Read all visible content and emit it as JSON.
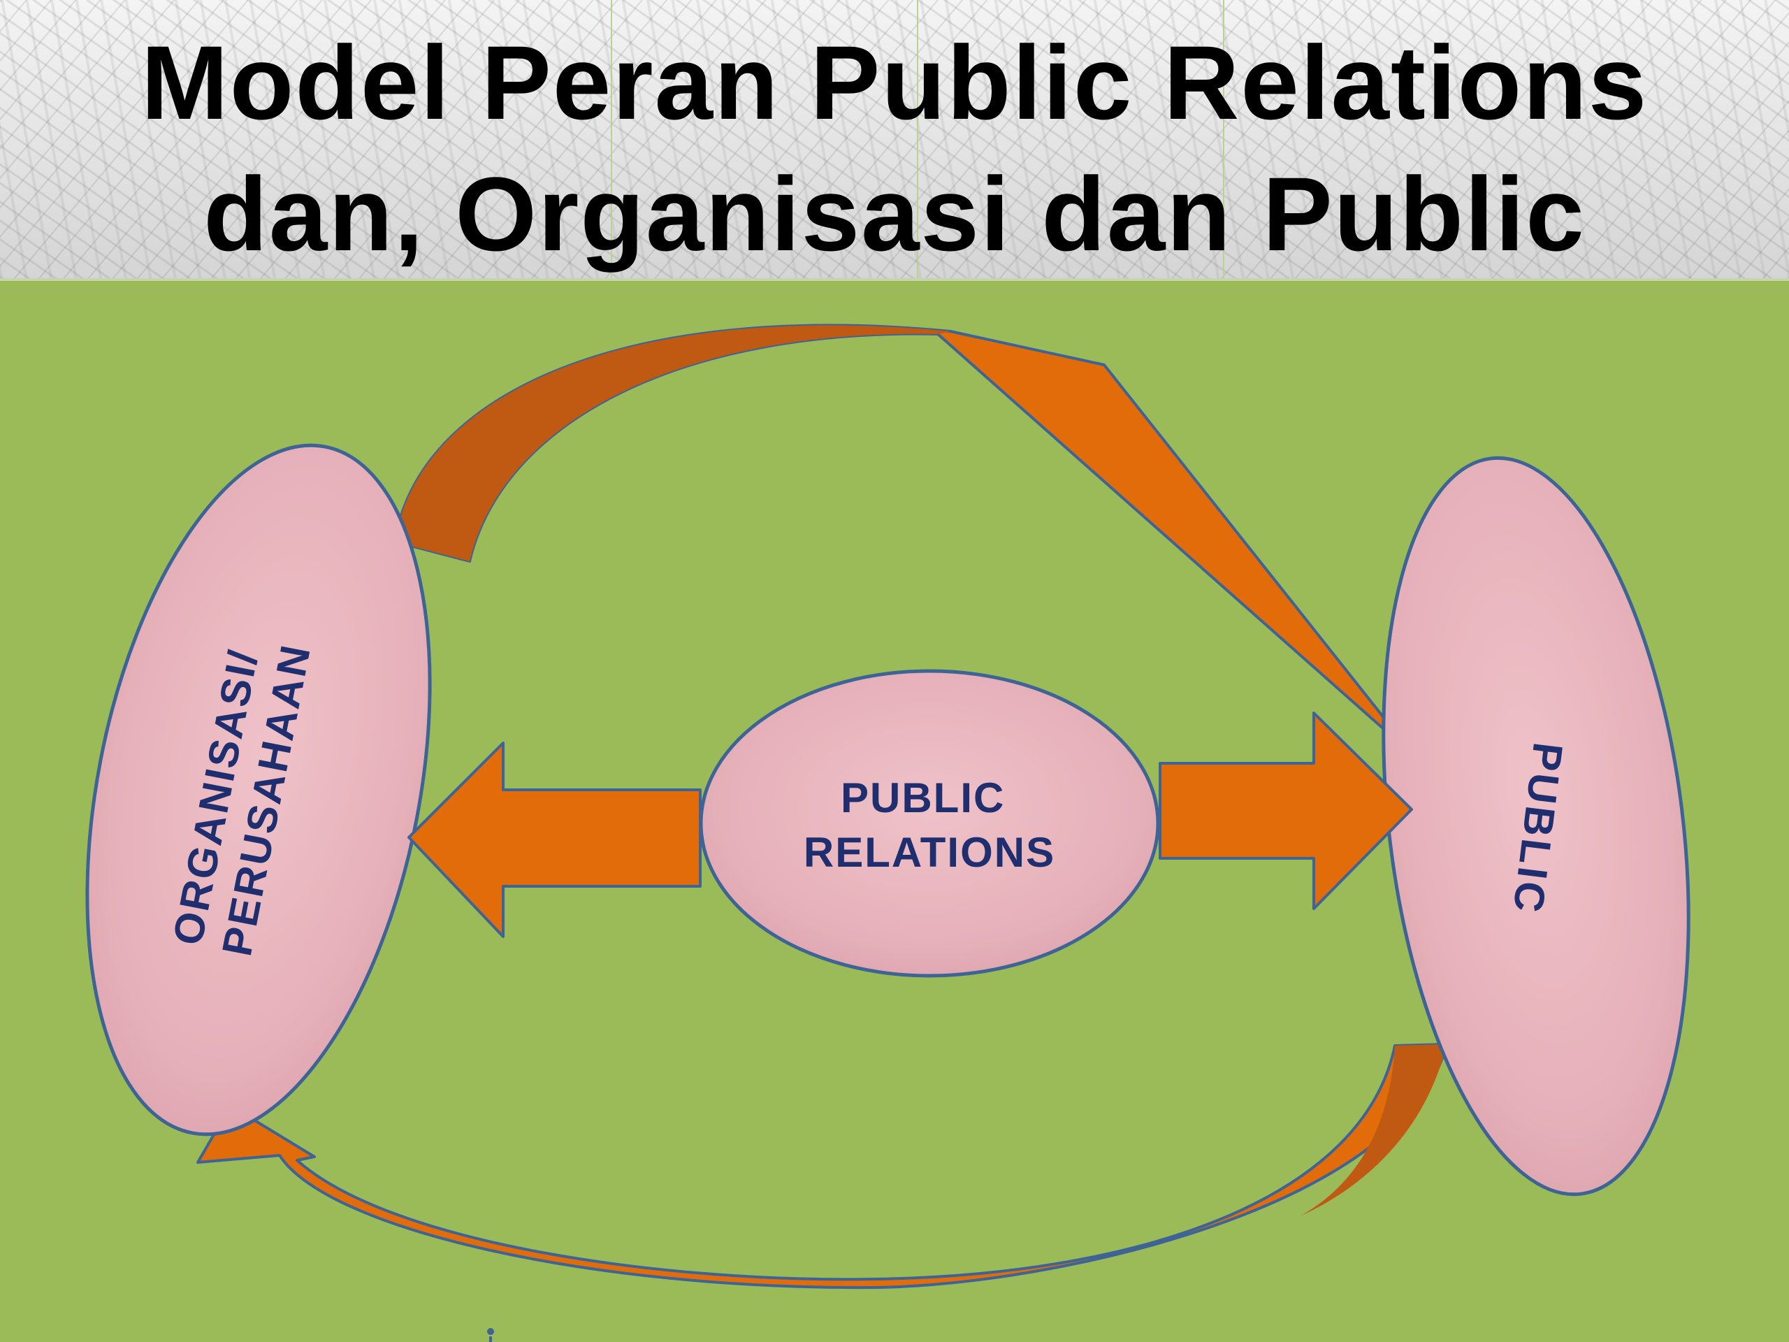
{
  "title": {
    "line1": "Model Peran Public Relations",
    "line2": "dan, Organisasi dan Public"
  },
  "nodes": {
    "organization": {
      "line1": "ORGANISASI/",
      "line2": "PERUSAHAAN"
    },
    "pr": {
      "line1": "PUBLIC",
      "line2": "RELATIONS"
    },
    "public": {
      "label": "PUBLIC"
    }
  },
  "colors": {
    "background": "#9bbb59",
    "ellipse_fill": "#e8b4bc",
    "ellipse_stroke": "#3e6496",
    "arrow_fill": "#e36c0a",
    "arrow_dark": "#c05a12",
    "label_text": "#1f2e6e"
  },
  "edges": [
    {
      "from": "pr",
      "to": "organization",
      "shape": "block-arrow"
    },
    {
      "from": "pr",
      "to": "public",
      "shape": "block-arrow"
    },
    {
      "from": "organization",
      "to": "public",
      "shape": "curved-arrow-top"
    },
    {
      "from": "public",
      "to": "organization",
      "shape": "curved-arrow-bottom"
    }
  ]
}
